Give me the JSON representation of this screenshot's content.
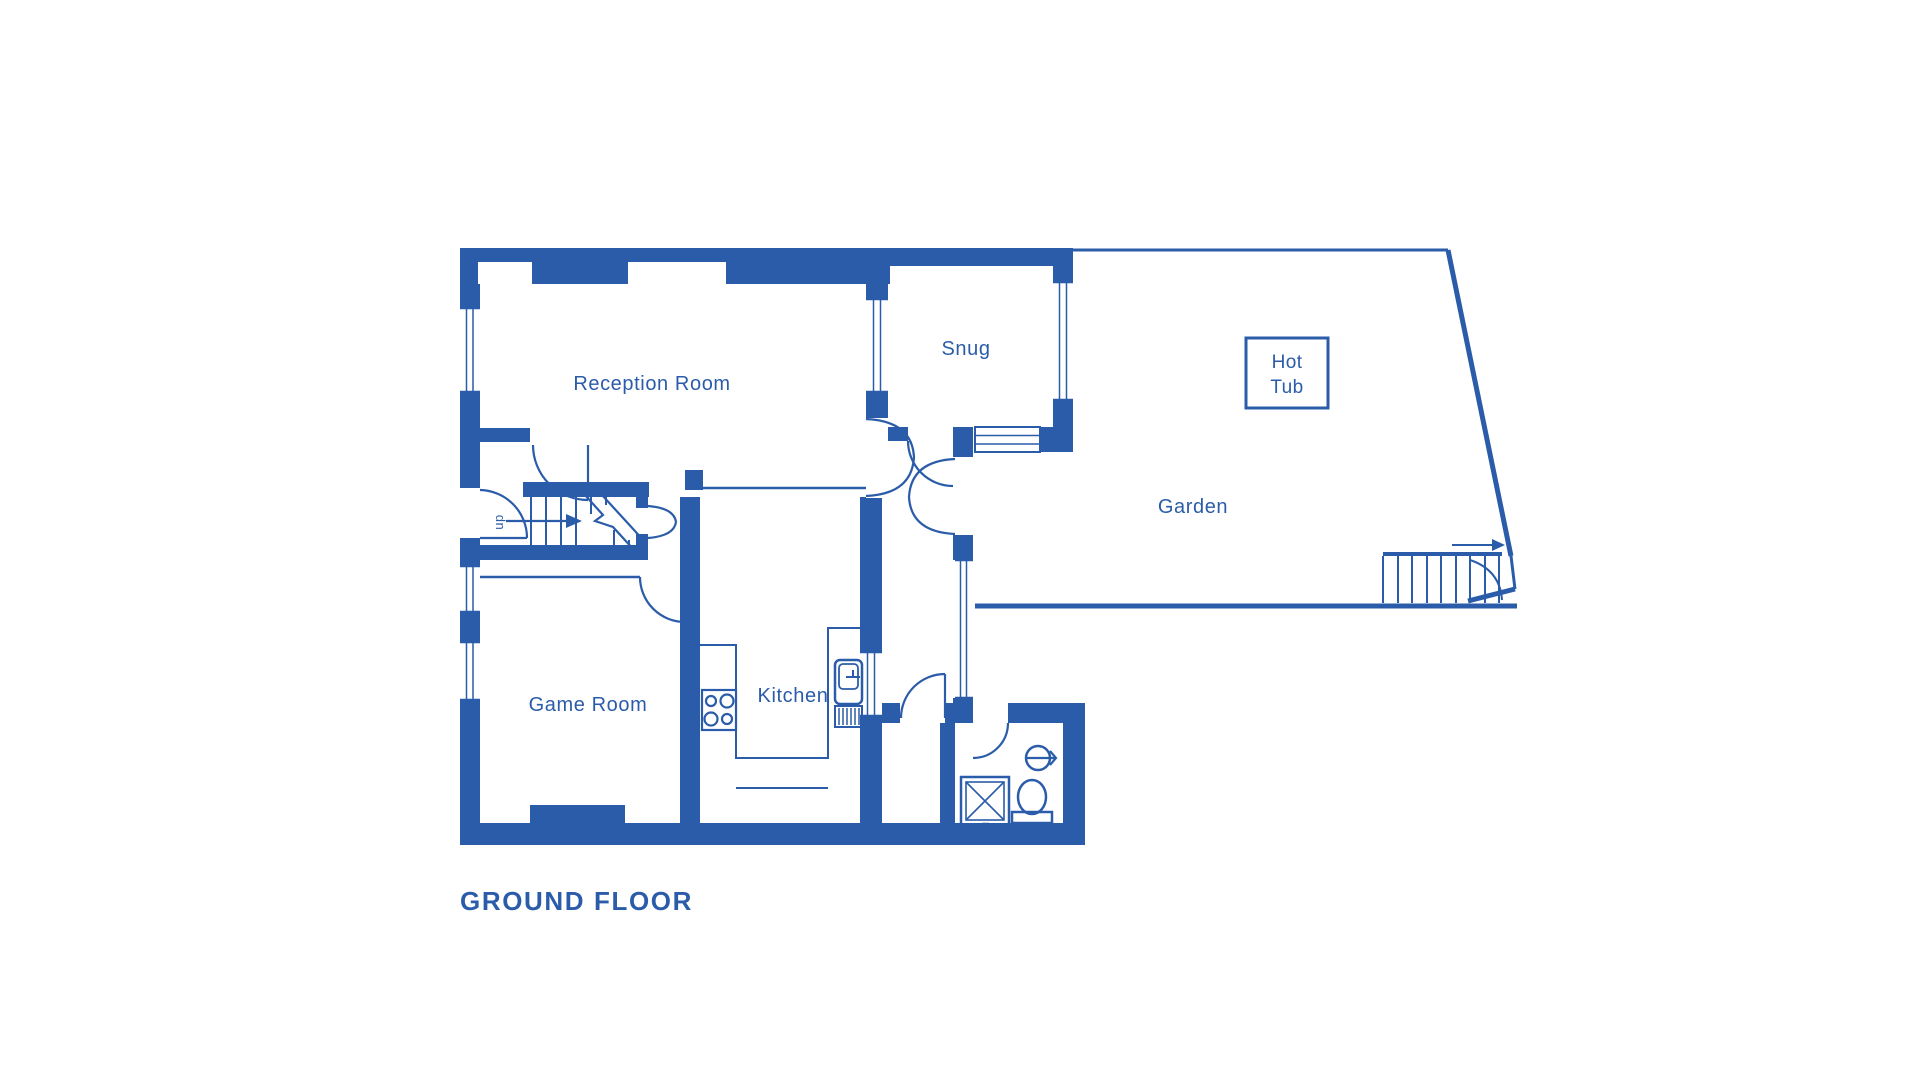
{
  "title": "GROUND FLOOR",
  "accent_color": "#2b5ca9",
  "rooms": {
    "reception": {
      "label": "Reception Room"
    },
    "snug": {
      "label": "Snug"
    },
    "garden": {
      "label": "Garden"
    },
    "game_room": {
      "label": "Game Room"
    },
    "kitchen": {
      "label": "Kitchen"
    }
  },
  "features": {
    "hot_tub": {
      "line1": "Hot",
      "line2": "Tub"
    },
    "stairs": {
      "label": "up",
      "direction": "right"
    },
    "garden_steps": {
      "direction": "right"
    }
  },
  "fixtures": [
    "hob-icon",
    "kitchen-sink-icon",
    "shower-icon",
    "toilet-icon",
    "basin-icon",
    "hot-tub-box",
    "garden-steps",
    "stairs"
  ]
}
